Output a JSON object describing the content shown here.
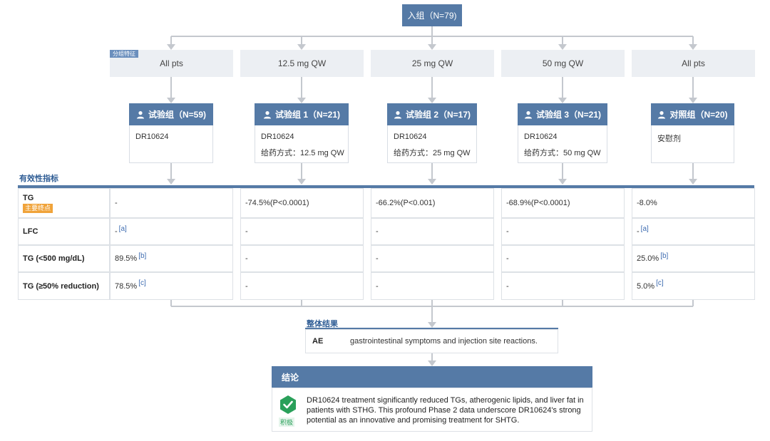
{
  "enrollment": {
    "label": "入组（N=79)"
  },
  "feature_tag": "分组特征",
  "features": [
    "All pts",
    "12.5 mg QW",
    "25 mg QW",
    "50 mg QW",
    "All pts"
  ],
  "groups": [
    {
      "title": "试验组（N=59)",
      "drug": "DR10624",
      "dosing": ""
    },
    {
      "title": "试验组 1（N=21)",
      "drug": "DR10624",
      "dosing": "给药方式：12.5 mg QW"
    },
    {
      "title": "试验组 2（N=17)",
      "drug": "DR10624",
      "dosing": "给药方式：25 mg QW"
    },
    {
      "title": "试验组 3（N=21)",
      "drug": "DR10624",
      "dosing": "给药方式：50 mg QW"
    },
    {
      "title": "对照组（N=20)",
      "drug": "安慰剂",
      "dosing": ""
    }
  ],
  "efficacy": {
    "title": "有效性指标",
    "primary_badge": "主要终点",
    "rows": [
      {
        "label": "TG",
        "primary": true,
        "cells": [
          {
            "v": "-",
            "n": ""
          },
          {
            "v": "-74.5%(P<0.0001)",
            "n": ""
          },
          {
            "v": "-66.2%(P<0.001)",
            "n": ""
          },
          {
            "v": "-68.9%(P<0.0001)",
            "n": ""
          },
          {
            "v": "-8.0%",
            "n": ""
          }
        ]
      },
      {
        "label": "LFC",
        "primary": false,
        "cells": [
          {
            "v": "-",
            "n": "[a]"
          },
          {
            "v": "-",
            "n": ""
          },
          {
            "v": "-",
            "n": ""
          },
          {
            "v": "-",
            "n": ""
          },
          {
            "v": "-",
            "n": "[a]"
          }
        ]
      },
      {
        "label": "TG (<500 mg/dL)",
        "primary": false,
        "cells": [
          {
            "v": "89.5%",
            "n": "[b]"
          },
          {
            "v": "-",
            "n": ""
          },
          {
            "v": "-",
            "n": ""
          },
          {
            "v": "-",
            "n": ""
          },
          {
            "v": "25.0%",
            "n": "[b]"
          }
        ]
      },
      {
        "label": "TG (≥50% reduction)",
        "primary": false,
        "cells": [
          {
            "v": "78.5%",
            "n": "[c]"
          },
          {
            "v": "-",
            "n": ""
          },
          {
            "v": "-",
            "n": ""
          },
          {
            "v": "-",
            "n": ""
          },
          {
            "v": "5.0%",
            "n": "[c]"
          }
        ]
      }
    ]
  },
  "overall": {
    "title": "整体结果",
    "ae_label": "AE",
    "ae_text": "gastrointestinal symptoms and injection site reactions."
  },
  "conclusion": {
    "title": "结论",
    "text": "DR10624 treatment significantly reduced TGs, atherogenic lipids, and liver fat in patients with STHG. This profound Phase 2 data underscore DR10624's strong potential as an innovative and promising treatment for SHTG.",
    "badge": "积极",
    "badge_icon": "check-badge-icon"
  },
  "colors": {
    "primary": "#557aa6",
    "accent": "#f0a33a",
    "positive": "#2aa05a",
    "connector": "#c4c8ce"
  }
}
